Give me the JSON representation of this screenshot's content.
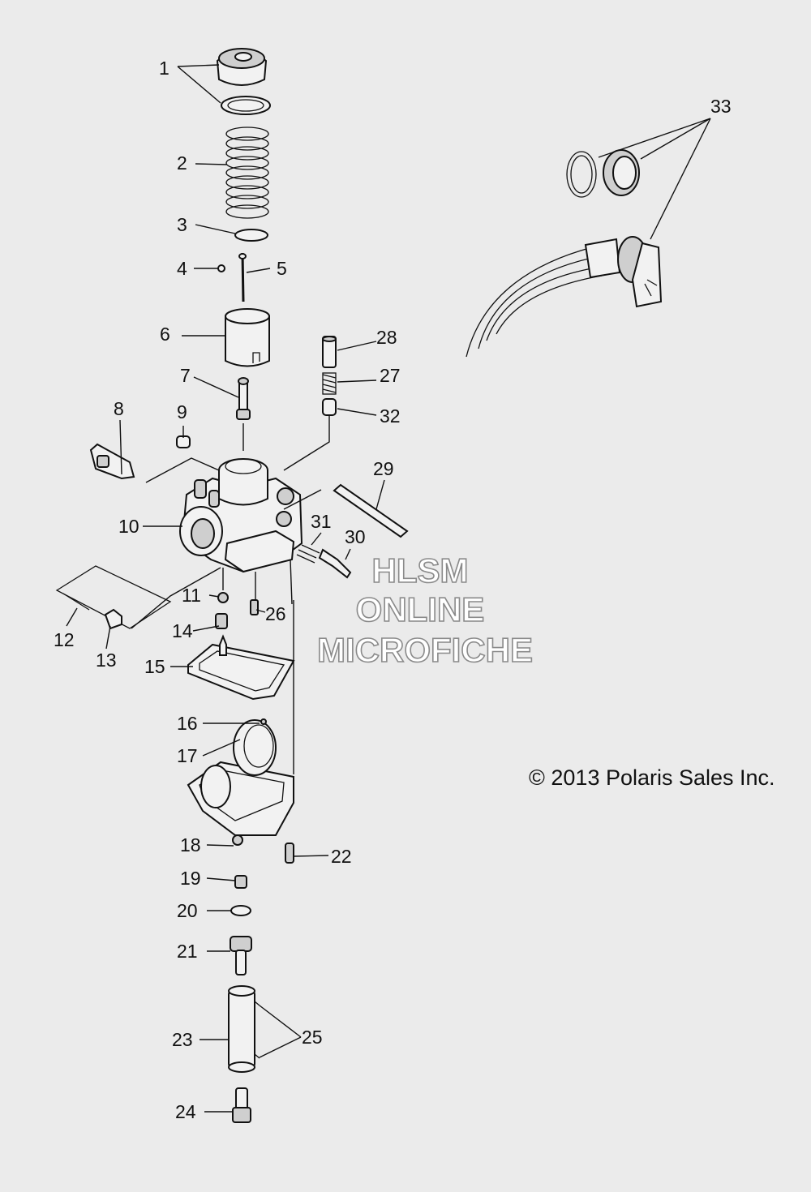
{
  "diagram": {
    "callouts": [
      "1",
      "2",
      "3",
      "4",
      "5",
      "6",
      "7",
      "8",
      "9",
      "10",
      "11",
      "12",
      "13",
      "14",
      "15",
      "16",
      "17",
      "18",
      "19",
      "20",
      "21",
      "22",
      "23",
      "24",
      "25",
      "26",
      "27",
      "28",
      "29",
      "30",
      "31",
      "32",
      "33"
    ]
  },
  "watermark": {
    "line1": "HLSM",
    "line2": "ONLINE",
    "line3": "MICROFICHE"
  },
  "copyright": "© 2013 Polaris Sales Inc.",
  "colors": {
    "background": "#ebebeb",
    "line": "#111111",
    "watermark_outline": "#8a8a8a"
  }
}
